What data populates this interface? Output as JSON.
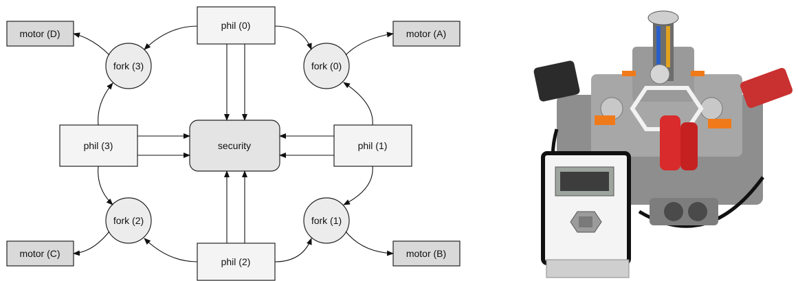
{
  "diagram": {
    "phils": [
      "phil (0)",
      "phil (1)",
      "phil (2)",
      "phil (3)"
    ],
    "forks": [
      "fork (0)",
      "fork (1)",
      "fork (2)",
      "fork (3)"
    ],
    "motors": [
      "motor (A)",
      "motor (B)",
      "motor (C)",
      "motor (D)"
    ],
    "security": "security"
  },
  "photo": {
    "subject": "lego-mindstorms-robot"
  }
}
